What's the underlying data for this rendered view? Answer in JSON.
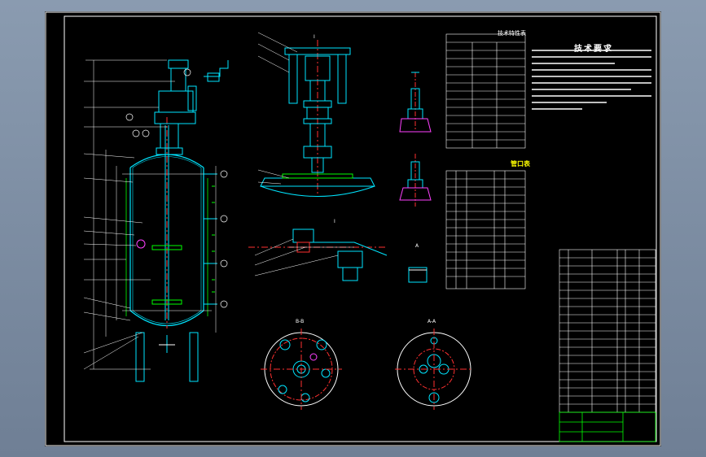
{
  "drawing": {
    "tech_requirements_title": "技术要求",
    "table_title": "技术特性表",
    "nozzle_title": "管口表",
    "view_label_a": "I",
    "view_label_b": "I",
    "view_label_c": "A",
    "view_label_d": "B-B",
    "view_label_e": "A-A"
  },
  "colors": {
    "background": "#000000",
    "outline": "#00e5ff",
    "centerline": "#ff3030",
    "annotation": "#ffffff",
    "leader": "#ffffff",
    "accent_yellow": "#ffff00",
    "accent_green": "#00ff00",
    "accent_magenta": "#ff40ff"
  }
}
